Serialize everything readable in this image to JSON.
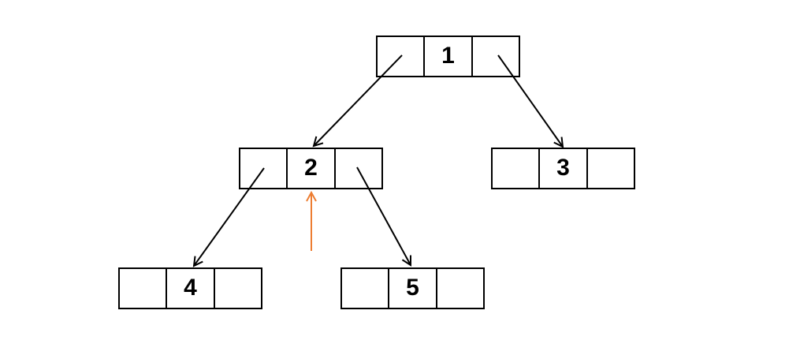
{
  "diagram": {
    "kind": "binary-tree-of-linked-nodes",
    "node_cell_roles": [
      "left-pointer",
      "value",
      "right-pointer"
    ],
    "colors": {
      "line": "#000000",
      "box_border": "#000000",
      "box_fill": "#ffffff",
      "pointer_arrow": "#ED7D31",
      "background": "#ffffff"
    },
    "nodes": [
      {
        "id": "node-1",
        "value": "1"
      },
      {
        "id": "node-2",
        "value": "2"
      },
      {
        "id": "node-3",
        "value": "3"
      },
      {
        "id": "node-4",
        "value": "4"
      },
      {
        "id": "node-5",
        "value": "5"
      }
    ],
    "edges": [
      {
        "from": "1",
        "to": "2",
        "via": "left-pointer"
      },
      {
        "from": "1",
        "to": "3",
        "via": "right-pointer"
      },
      {
        "from": "2",
        "to": "4",
        "via": "left-pointer"
      },
      {
        "from": "2",
        "to": "5",
        "via": "right-pointer"
      }
    ],
    "pointer_arrow": {
      "target": "node-2",
      "direction": "up",
      "color": "#ED7D31"
    }
  }
}
